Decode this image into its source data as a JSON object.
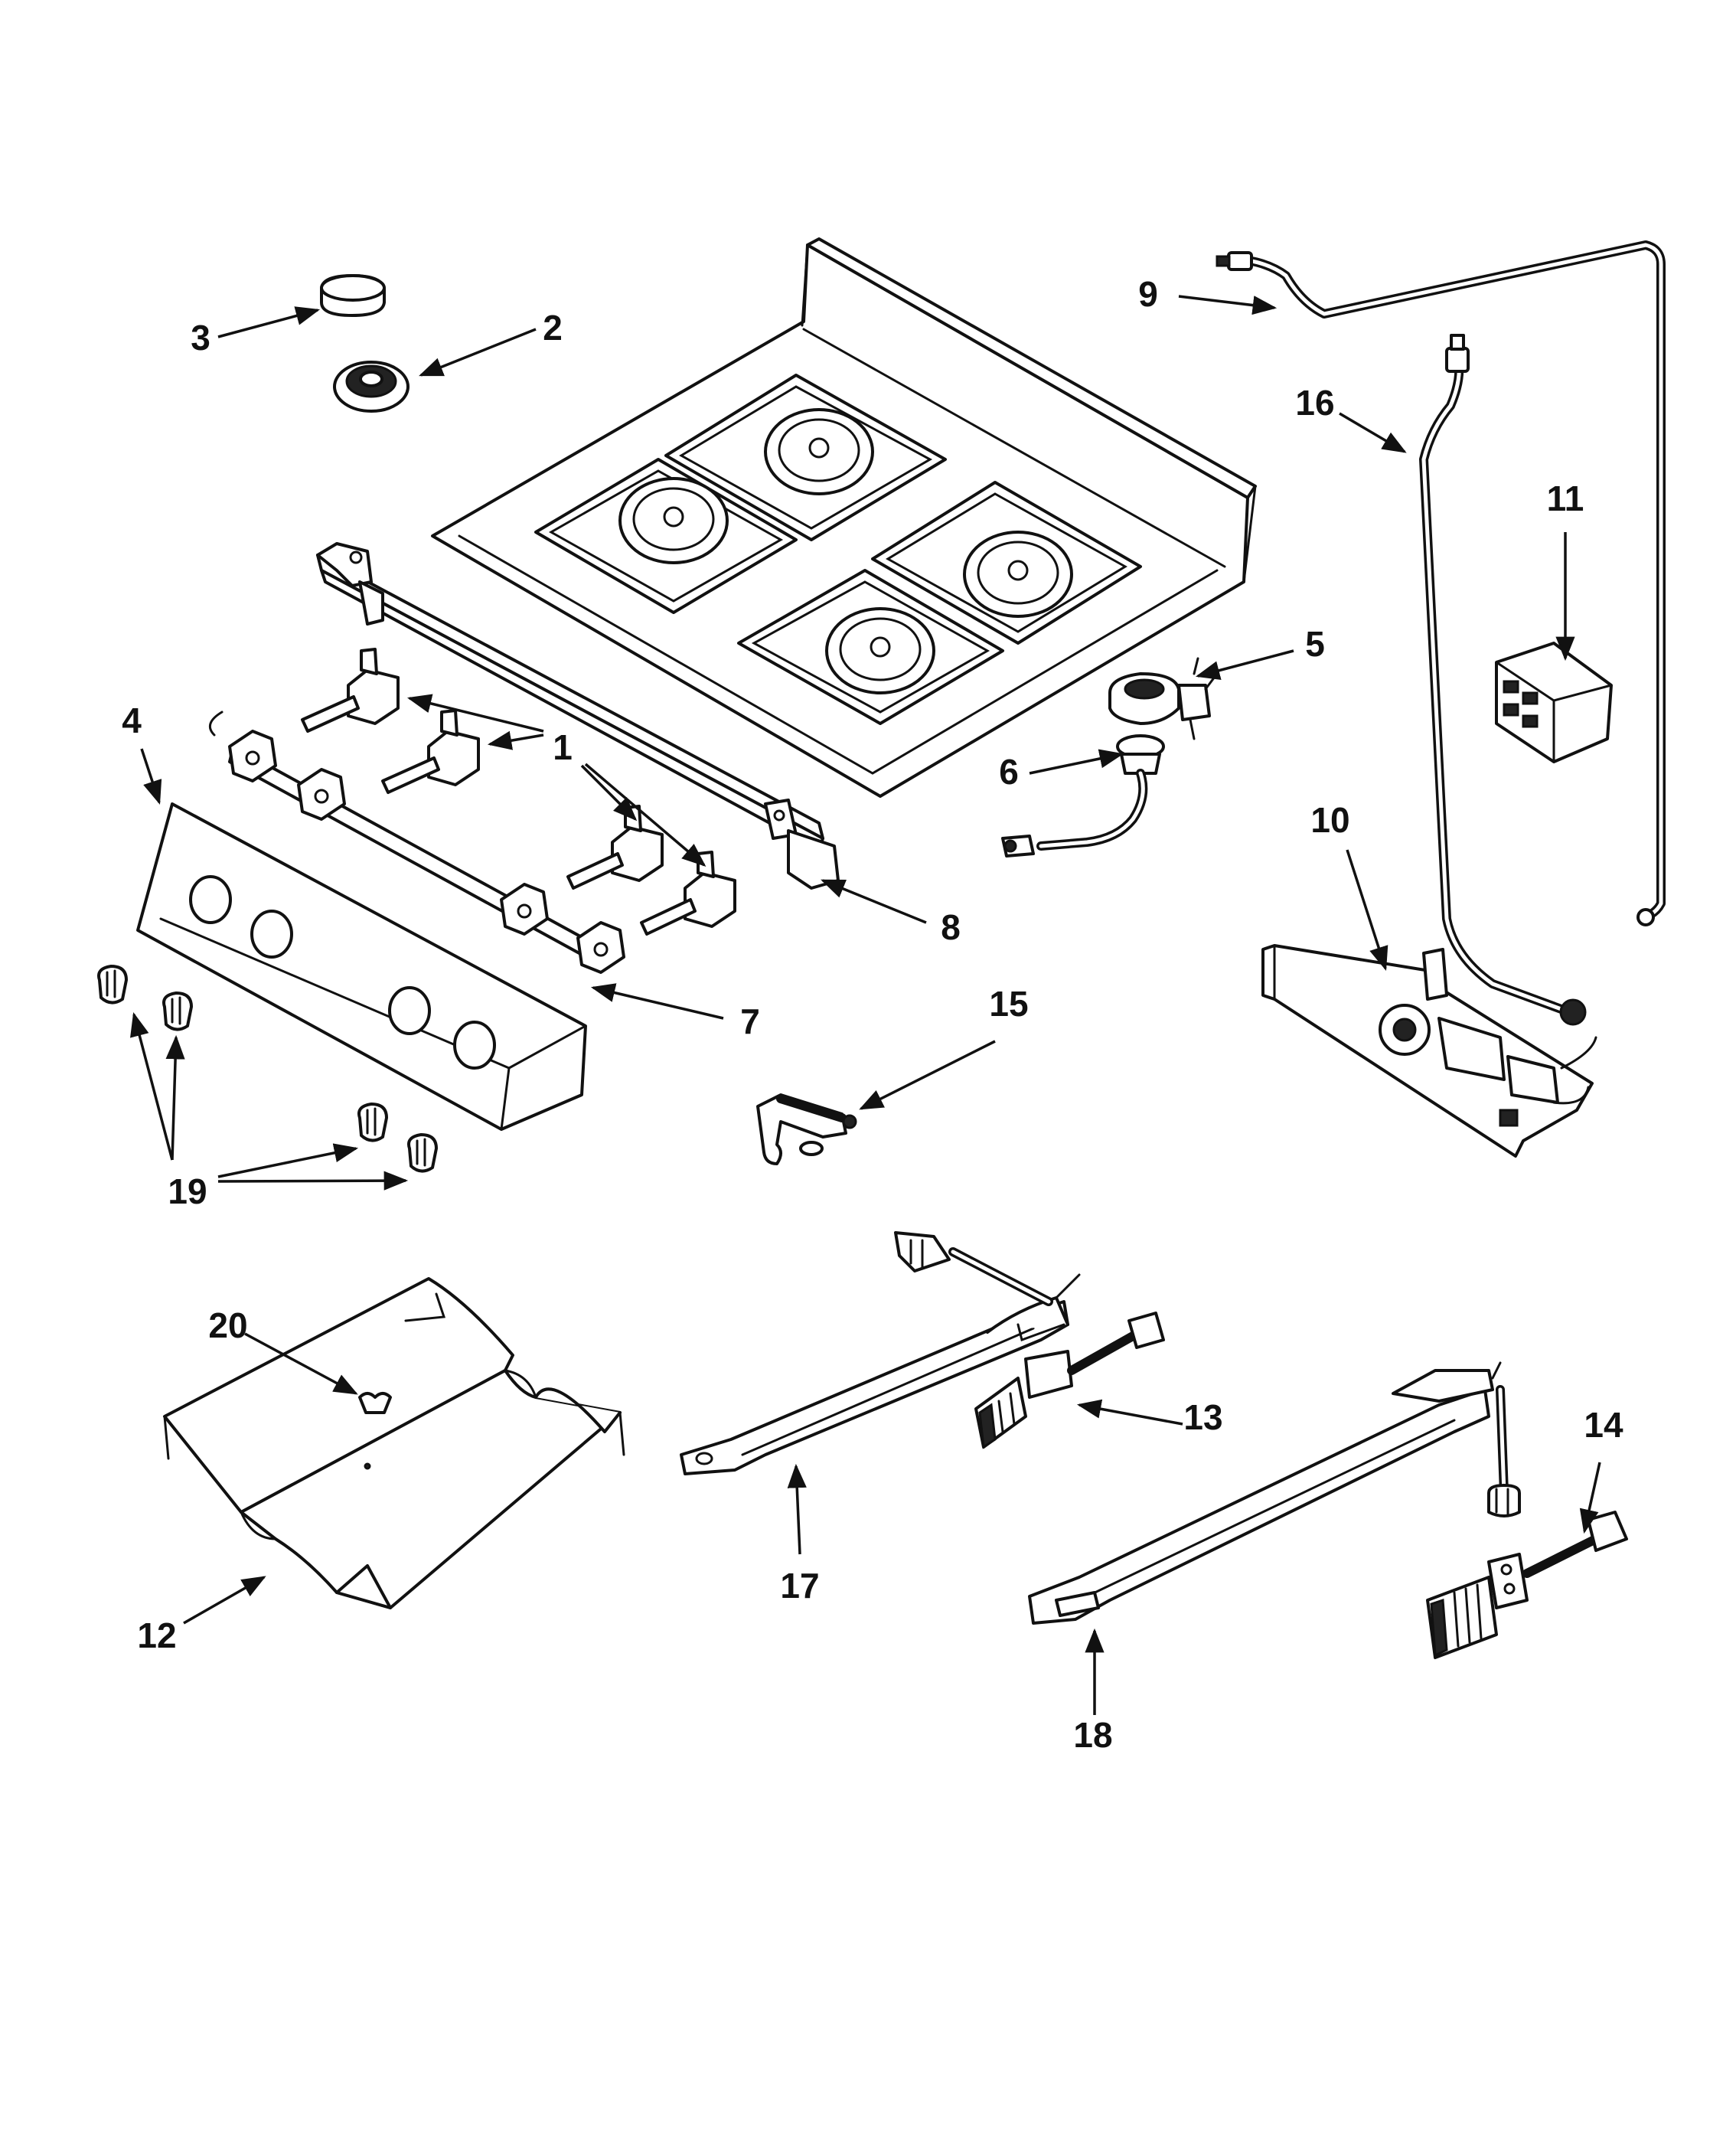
{
  "callouts": [
    {
      "id": "1",
      "label": "1"
    },
    {
      "id": "2",
      "label": "2"
    },
    {
      "id": "3",
      "label": "3"
    },
    {
      "id": "4",
      "label": "4"
    },
    {
      "id": "5",
      "label": "5"
    },
    {
      "id": "6",
      "label": "6"
    },
    {
      "id": "7",
      "label": "7"
    },
    {
      "id": "8",
      "label": "8"
    },
    {
      "id": "9",
      "label": "9"
    },
    {
      "id": "10",
      "label": "10"
    },
    {
      "id": "11",
      "label": "11"
    },
    {
      "id": "12",
      "label": "12"
    },
    {
      "id": "13",
      "label": "13"
    },
    {
      "id": "14",
      "label": "14"
    },
    {
      "id": "15",
      "label": "15"
    },
    {
      "id": "16",
      "label": "16"
    },
    {
      "id": "17",
      "label": "17"
    },
    {
      "id": "18",
      "label": "18"
    },
    {
      "id": "19",
      "label": "19"
    },
    {
      "id": "20",
      "label": "20"
    }
  ],
  "colors": {
    "ink": "#111111",
    "paper": "#ffffff"
  }
}
